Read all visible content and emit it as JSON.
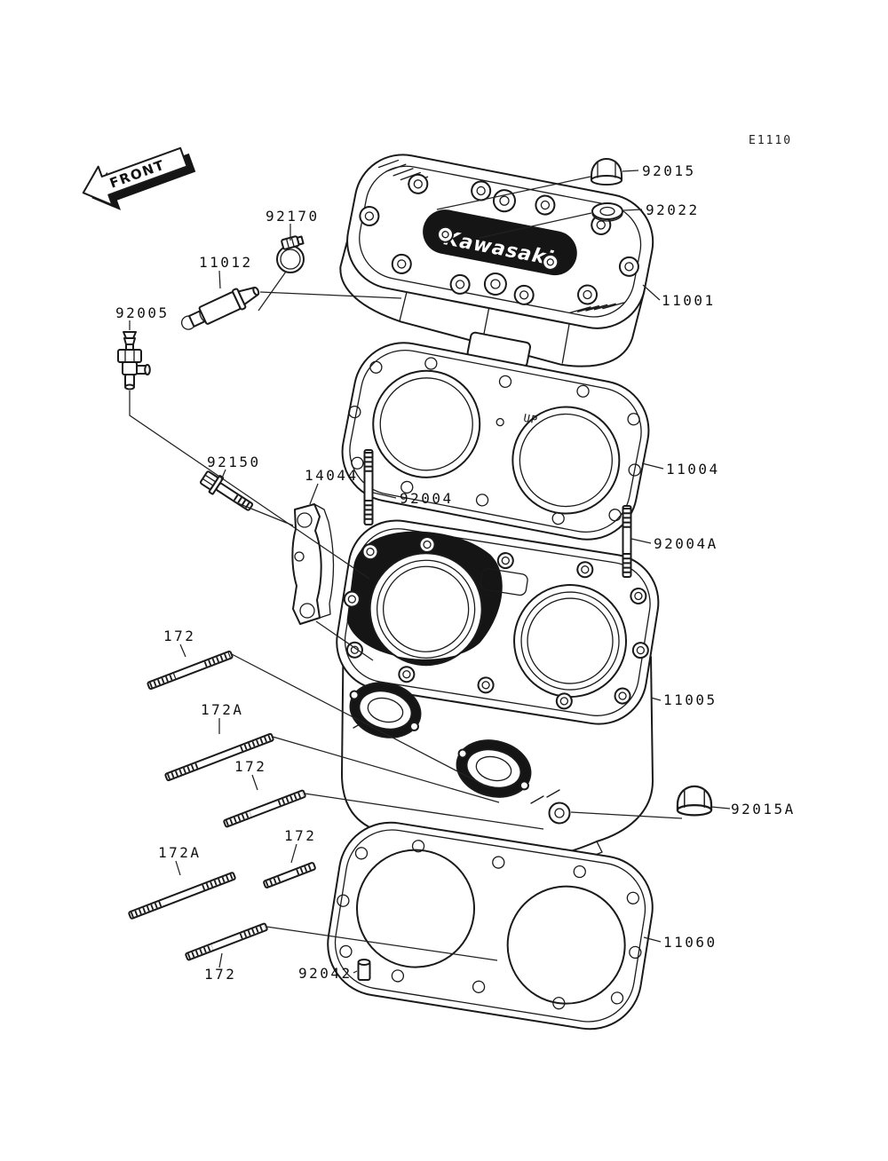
{
  "diagram": {
    "code": "E1110",
    "front_banner": "FRONT",
    "brand_text": "Kawasaki",
    "up_marking": "UP"
  },
  "callouts": [
    {
      "part": "92015"
    },
    {
      "part": "92022"
    },
    {
      "part": "11001"
    },
    {
      "part": "92170"
    },
    {
      "part": "11012"
    },
    {
      "part": "92005"
    },
    {
      "part": "11004"
    },
    {
      "part": "92004"
    },
    {
      "part": "92004A"
    },
    {
      "part": "92150"
    },
    {
      "part": "14044"
    },
    {
      "part": "11005"
    },
    {
      "part": "172"
    },
    {
      "part": "172A"
    },
    {
      "part": "172"
    },
    {
      "part": "172"
    },
    {
      "part": "172A"
    },
    {
      "part": "172"
    },
    {
      "part": "92015A"
    },
    {
      "part": "11060"
    },
    {
      "part": "92042"
    }
  ]
}
